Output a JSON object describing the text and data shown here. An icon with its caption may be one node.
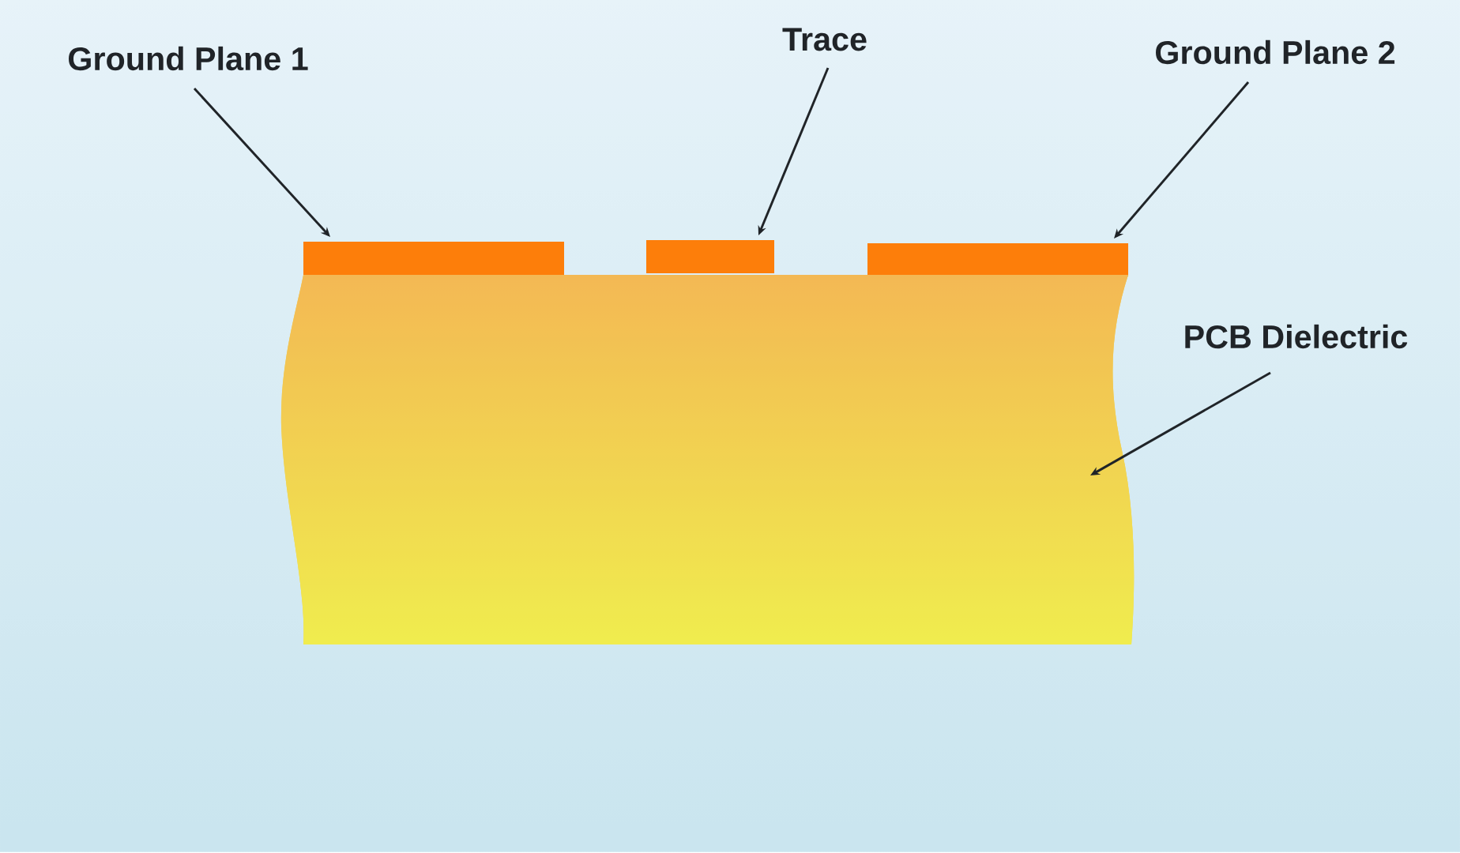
{
  "diagram": {
    "nodes": [
      {
        "text": [
          "Ground Plane 1"
        ]
      },
      {
        "text": [
          "Trace"
        ]
      },
      {
        "text": [
          "Ground Plane 2"
        ]
      },
      {
        "text": [],
        "shape": "bar"
      },
      {
        "text": [],
        "shape": "bar"
      },
      {
        "text": [],
        "shape": "bar"
      },
      {
        "text": [
          "PCB Dielectric"
        ]
      },
      {
        "text": [],
        "shape": "box"
      }
    ],
    "edges": [
      {
        "from": 0,
        "to": 3,
        "arrow": "to"
      },
      {
        "from": 1,
        "to": 4,
        "arrow": "to"
      },
      {
        "from": 2,
        "to": 5,
        "arrow": "to"
      },
      {
        "from": 6,
        "to": 7,
        "arrow": "to"
      }
    ]
  }
}
